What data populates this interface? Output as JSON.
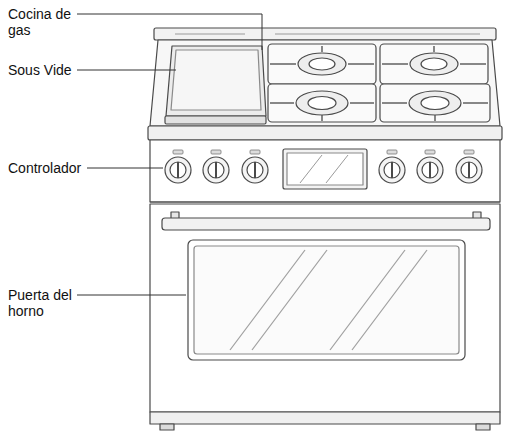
{
  "diagram": {
    "labels": [
      "Cocina de gas",
      "Sous Vide",
      "Controlador",
      "Puerta del horno"
    ]
  }
}
